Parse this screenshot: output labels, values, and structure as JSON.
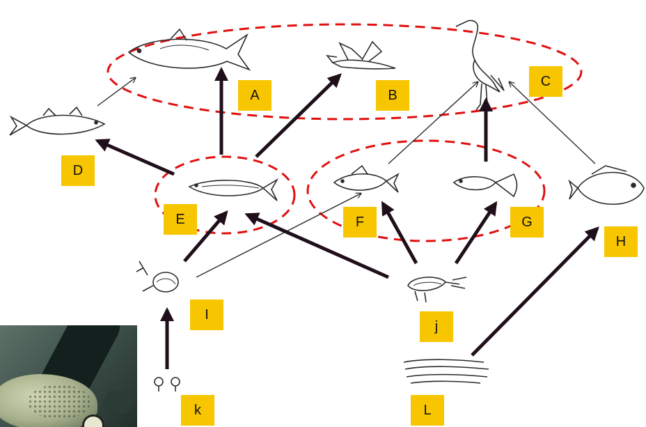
{
  "colors": {
    "label_bg": "#f7c600",
    "ring": "#e01010",
    "arrow": "#1f0f1a",
    "ink": "#2b2b2b"
  },
  "nodes": [
    {
      "id": "A",
      "label": "A",
      "organism": "large-fish-icon"
    },
    {
      "id": "B",
      "label": "B",
      "organism": "bird-in-flight-icon"
    },
    {
      "id": "C",
      "label": "C",
      "organism": "heron-icon"
    },
    {
      "id": "D",
      "label": "D",
      "organism": "small-fish-icon"
    },
    {
      "id": "E",
      "label": "E",
      "organism": "minnow-icon"
    },
    {
      "id": "F",
      "label": "F",
      "organism": "tetra-fish-icon"
    },
    {
      "id": "G",
      "label": "G",
      "organism": "guppy-icon"
    },
    {
      "id": "H",
      "label": "H",
      "organism": "cichlid-icon"
    },
    {
      "id": "I",
      "label": "I",
      "organism": "snail-icon"
    },
    {
      "id": "j",
      "label": "j",
      "organism": "shrimp-icon"
    },
    {
      "id": "k",
      "label": "k",
      "organism": "plankton-icon"
    },
    {
      "id": "L",
      "label": "L",
      "organism": "algae-icon"
    }
  ],
  "edges": [
    {
      "from": "k",
      "to": "I",
      "weight": "heavy"
    },
    {
      "from": "I",
      "to": "E",
      "weight": "heavy"
    },
    {
      "from": "I",
      "to": "F",
      "weight": "light"
    },
    {
      "from": "j",
      "to": "E",
      "weight": "heavy"
    },
    {
      "from": "j",
      "to": "F",
      "weight": "heavy"
    },
    {
      "from": "j",
      "to": "G",
      "weight": "heavy"
    },
    {
      "from": "L",
      "to": "H",
      "weight": "heavy"
    },
    {
      "from": "E",
      "to": "A",
      "weight": "heavy"
    },
    {
      "from": "E",
      "to": "B",
      "weight": "heavy"
    },
    {
      "from": "E",
      "to": "D",
      "weight": "heavy"
    },
    {
      "from": "D",
      "to": "A",
      "weight": "light"
    },
    {
      "from": "F",
      "to": "C",
      "weight": "light"
    },
    {
      "from": "G",
      "to": "C",
      "weight": "heavy"
    },
    {
      "from": "H",
      "to": "C",
      "weight": "light"
    }
  ],
  "groups": [
    {
      "id": "top-predators",
      "members": [
        "A",
        "B",
        "C"
      ]
    },
    {
      "id": "group-E",
      "members": [
        "E"
      ]
    },
    {
      "id": "group-FG",
      "members": [
        "F",
        "G"
      ]
    }
  ],
  "photo": {
    "subject": "fish-photo"
  }
}
